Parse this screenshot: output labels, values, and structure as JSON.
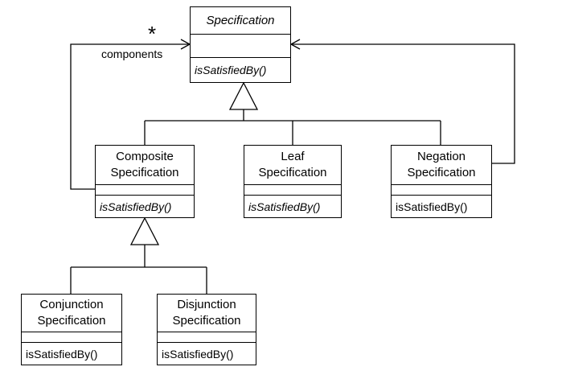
{
  "classes": {
    "specification": {
      "name": "Specification",
      "operation": "isSatisfiedBy()"
    },
    "composite": {
      "name_line1": "Composite",
      "name_line2": "Specification",
      "operation": "isSatisfiedBy()"
    },
    "leaf": {
      "name_line1": "Leaf",
      "name_line2": "Specification",
      "operation": "isSatisfiedBy()"
    },
    "negation": {
      "name_line1": "Negation",
      "name_line2": "Specification",
      "operation": "isSatisfiedBy()"
    },
    "conjunction": {
      "name_line1": "Conjunction",
      "name_line2": "Specification",
      "operation": "isSatisfiedBy()"
    },
    "disjunction": {
      "name_line1": "Disjunction",
      "name_line2": "Specification",
      "operation": "isSatisfiedBy()"
    }
  },
  "associations": {
    "components_label": "components",
    "multiplicity": "*"
  }
}
